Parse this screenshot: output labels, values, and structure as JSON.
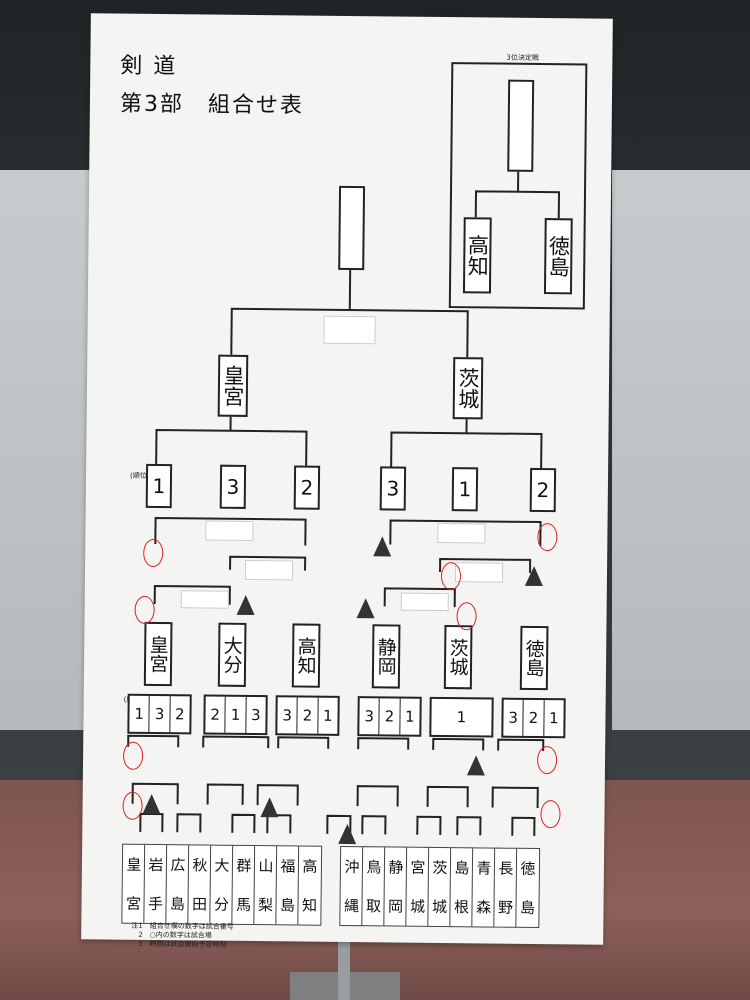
{
  "board": {
    "title_line1": "剣 道",
    "title_line2": "第3部　組合せ表",
    "third_place_label": "3位決定戦",
    "third_place_teams": [
      "高知",
      "徳島"
    ],
    "semifinal_teams": [
      "皇宮",
      "茨城"
    ],
    "rank_label": "(順位)",
    "pool_ranks_top": [
      "1",
      "3",
      "2",
      "3",
      "1",
      "2"
    ],
    "pool_winners": [
      "皇宮",
      "大分",
      "高知",
      "静岡",
      "茨城",
      "徳島"
    ],
    "pool_ranks_detail": [
      [
        "1",
        "3",
        "2"
      ],
      [
        "2",
        "1",
        "3"
      ],
      [
        "3",
        "2",
        "1"
      ],
      [
        "3",
        "2",
        "1"
      ],
      [
        "1"
      ],
      [
        "3",
        "2",
        "1"
      ]
    ],
    "prefectures": [
      {
        "top": "皇",
        "bottom": "宮"
      },
      {
        "top": "岩",
        "bottom": "手"
      },
      {
        "top": "広",
        "bottom": "島"
      },
      {
        "top": "秋",
        "bottom": "田"
      },
      {
        "top": "大",
        "bottom": "分"
      },
      {
        "top": "群",
        "bottom": "馬"
      },
      {
        "top": "山",
        "bottom": "梨"
      },
      {
        "top": "福",
        "bottom": "島"
      },
      {
        "top": "高",
        "bottom": "知"
      },
      {
        "top": "沖",
        "bottom": "縄"
      },
      {
        "top": "鳥",
        "bottom": "取"
      },
      {
        "top": "静",
        "bottom": "岡"
      },
      {
        "top": "宮",
        "bottom": "城"
      },
      {
        "top": "茨",
        "bottom": "城"
      },
      {
        "top": "島",
        "bottom": "根"
      },
      {
        "top": "青",
        "bottom": "森"
      },
      {
        "top": "長",
        "bottom": "野"
      },
      {
        "top": "徳",
        "bottom": "島"
      }
    ],
    "notes": [
      "注1　組合せ欄の数字は試合番号",
      "　2　○内の数字は試合場",
      "　3　時間は試合開始予定時刻"
    ]
  },
  "colors": {
    "board": "#f4f4f2",
    "ink": "#111111",
    "red_marker": "#dd2222"
  }
}
